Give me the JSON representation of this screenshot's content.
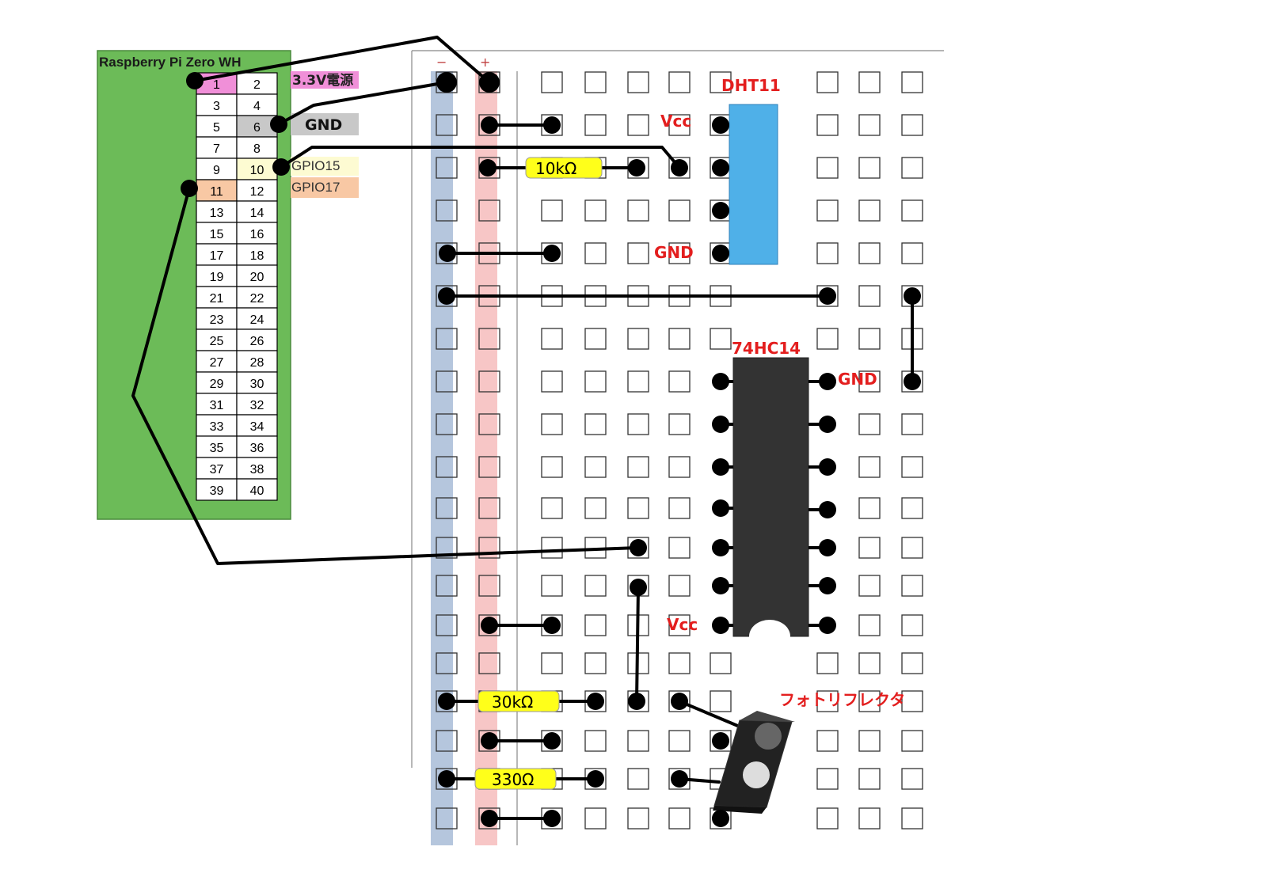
{
  "colors": {
    "pi_board": "#6cbb58",
    "pin1": "#f08fd8",
    "pin6": "#c8c8c8",
    "pin10": "#fdfbd2",
    "pin11": "#f8c8a4",
    "label_power": "#f08fd8",
    "label_gnd": "#c8c8c8",
    "label_gpio15": "#fdfbd2",
    "label_gpio17": "#f8c8a4",
    "minus_rail": "#b5c6dd",
    "plus_rail": "#f7c6c6",
    "dht11": "#4fb0e8",
    "ic": "#333333",
    "resistor": "#ffff1a",
    "label_red": "#e31e1e",
    "wire": "#000000"
  },
  "pi": {
    "title": "Raspberry Pi Zero WH",
    "pins": [
      "1",
      "2",
      "3",
      "4",
      "5",
      "6",
      "7",
      "8",
      "9",
      "10",
      "11",
      "12",
      "13",
      "14",
      "15",
      "16",
      "17",
      "18",
      "19",
      "20",
      "21",
      "22",
      "23",
      "24",
      "25",
      "26",
      "27",
      "28",
      "29",
      "30",
      "31",
      "32",
      "33",
      "34",
      "35",
      "36",
      "37",
      "38",
      "39",
      "40"
    ]
  },
  "pin_labels": {
    "power": "3.3V電源",
    "gnd": "GND",
    "gpio15": "GPIO15",
    "gpio17": "GPIO17"
  },
  "breadboard": {
    "minus": "−",
    "plus": "+"
  },
  "components": {
    "dht11": "DHT11",
    "dht11_vcc": "Vcc",
    "dht11_gnd": "GND",
    "ic": "74HC14",
    "ic_gnd": "GND",
    "ic_vcc": "Vcc",
    "photoreflector": "フォトリフレクタ",
    "r_10k": "10kΩ",
    "r_30k": "30kΩ",
    "r_330": "330Ω"
  }
}
